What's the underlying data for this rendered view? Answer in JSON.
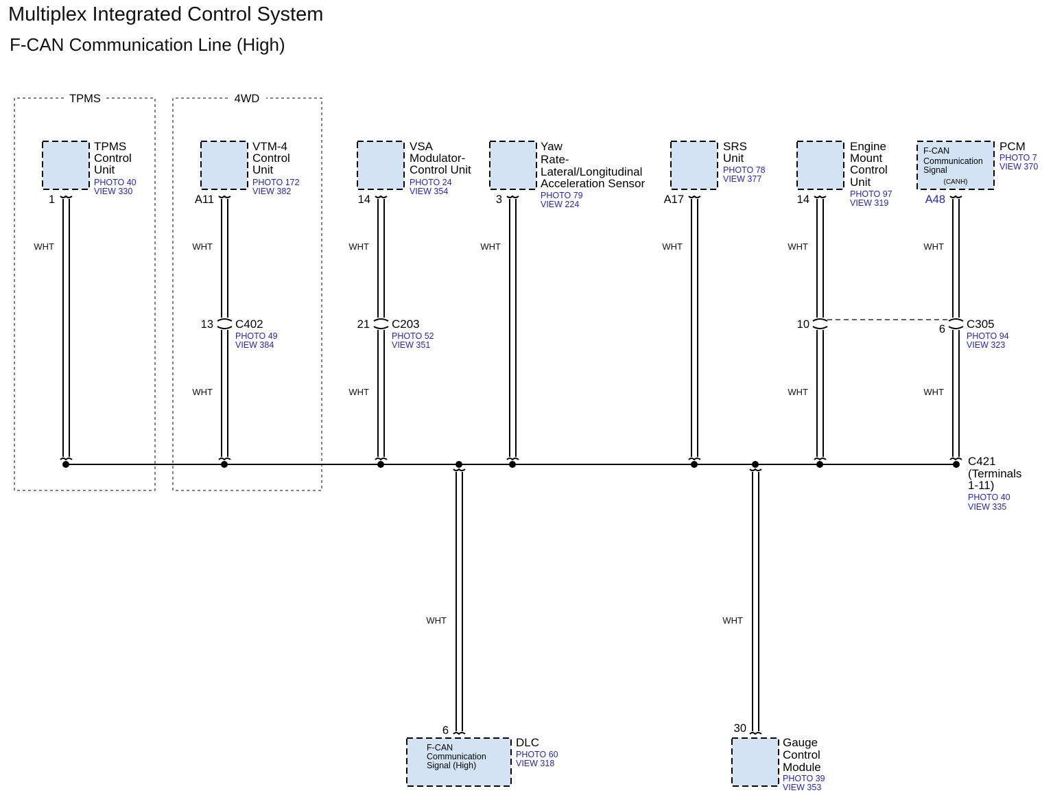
{
  "title": "Multiplex Integrated Control System",
  "subtitle": "F-CAN Communication Line (High)",
  "groups": {
    "tpms": "TPMS",
    "fourwd": "4WD"
  },
  "wire_color": "WHT",
  "components": {
    "tpms": {
      "name": [
        "TPMS",
        "Control",
        "Unit"
      ],
      "photo": "PHOTO 40",
      "view": "VIEW 330",
      "pin": "1"
    },
    "vtm4": {
      "name": [
        "VTM-4",
        "Control",
        "Unit"
      ],
      "photo": "PHOTO 172",
      "view": "VIEW 382",
      "pin": "A11"
    },
    "vsa": {
      "name": [
        "VSA",
        "Modulator-",
        "Control Unit"
      ],
      "photo": "PHOTO 24",
      "view": "VIEW 354",
      "pin": "14"
    },
    "yaw": {
      "name": [
        "Yaw",
        "Rate-",
        "Lateral/Longitudinal",
        "Acceleration Sensor"
      ],
      "photo": "PHOTO 79",
      "view": "VIEW 224",
      "pin": "3"
    },
    "srs": {
      "name": [
        "SRS",
        "Unit"
      ],
      "photo": "PHOTO 78",
      "view": "VIEW 377",
      "pin": "A17"
    },
    "engine_mount": {
      "name": [
        "Engine",
        "Mount",
        "Control",
        "Unit"
      ],
      "photo": "PHOTO 97",
      "view": "VIEW 319",
      "pin": "14"
    },
    "pcm": {
      "name": [
        "PCM"
      ],
      "photo": "PHOTO 7",
      "view": "VIEW 370",
      "pin": "A48",
      "box_text": [
        "F-CAN",
        "Communication",
        "Signal"
      ],
      "box_sub": "(CANH)"
    },
    "dlc": {
      "name": [
        "DLC"
      ],
      "photo": "PHOTO 60",
      "view": "VIEW 318",
      "pin": "6",
      "box_text": [
        "F-CAN",
        "Communication",
        "Signal (High)"
      ]
    },
    "gauge": {
      "name": [
        "Gauge",
        "Control",
        "Module"
      ],
      "photo": "PHOTO 39",
      "view": "VIEW 353",
      "pin": "30"
    }
  },
  "connectors": {
    "c402": {
      "name": "C402",
      "photo": "PHOTO 49",
      "view": "VIEW 384",
      "pin": "13"
    },
    "c203": {
      "name": "C203",
      "photo": "PHOTO 52",
      "view": "VIEW 351",
      "pin": "21"
    },
    "c305": {
      "name": "C305",
      "photo": "PHOTO 94",
      "view": "VIEW 323",
      "pin_left": "10",
      "pin_right": "6"
    },
    "c421": {
      "name": "C421",
      "detail": [
        "(Terminals",
        "1-11)"
      ],
      "photo": "PHOTO 40",
      "view": "VIEW 335"
    }
  },
  "colors": {
    "box_fill": "#d3e3f4",
    "ref_text": "#2323c8",
    "line": "#000000"
  }
}
